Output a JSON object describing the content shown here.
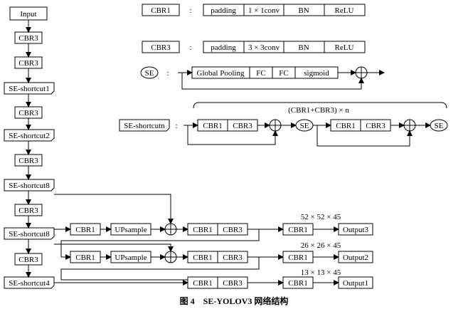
{
  "backbone": {
    "input": "Input",
    "cbr3": "CBR3",
    "se_shortcut1": "SE-shortcut1",
    "se_shortcut2": "SE-shortcut2",
    "se_shortcut8": "SE-shortcut8",
    "se_shortcut4": "SE-shortcut4"
  },
  "legend": {
    "colon": ":",
    "cbr1": {
      "name": "CBR1",
      "parts": [
        "padding",
        "1 × 1conv",
        "BN",
        "ReLU"
      ]
    },
    "cbr3": {
      "name": "CBR3",
      "parts": [
        "padding",
        "3 × 3conv",
        "BN",
        "ReLU"
      ]
    },
    "se": {
      "name": "SE",
      "parts": [
        "Global Pooling",
        "FC",
        "FC",
        "sigmoid"
      ]
    },
    "se_shortcut": {
      "name": "SE-shortcutn",
      "repeat_label": "(CBR1+CBR3) × n",
      "cbr1": "CBR1",
      "cbr3": "CBR3",
      "se": "SE"
    }
  },
  "head": {
    "cbr1": "CBR1",
    "cbr3": "CBR3",
    "upsample": "UPsample",
    "outputs": [
      {
        "size": "52 × 52 × 45",
        "label": "Output3"
      },
      {
        "size": "26 × 26 × 45",
        "label": "Output2"
      },
      {
        "size": "13 × 13 × 45",
        "label": "Output1"
      }
    ]
  },
  "caption": "图 4    SE-YOLOV3 网络结构"
}
